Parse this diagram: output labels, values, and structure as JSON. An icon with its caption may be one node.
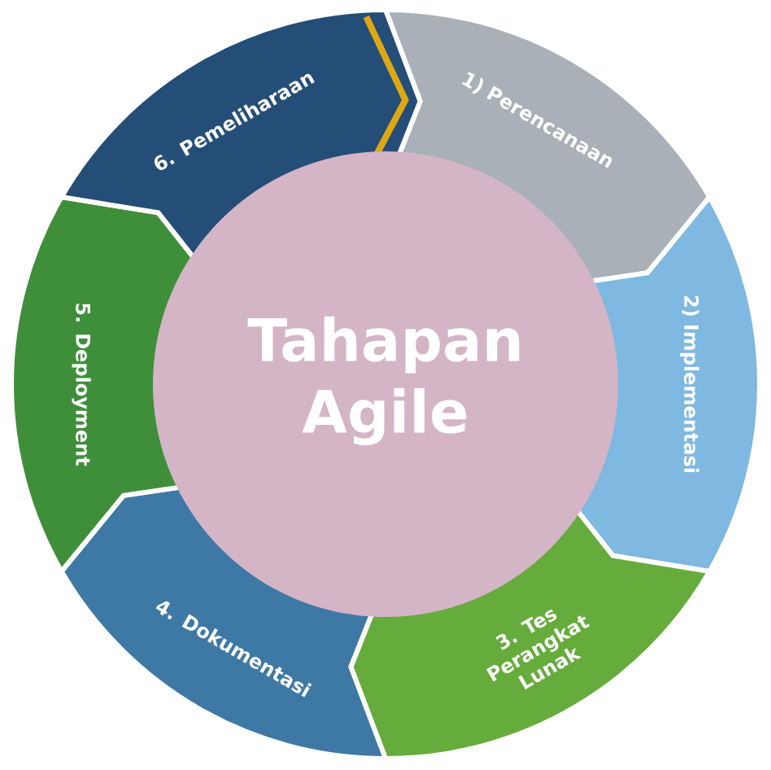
{
  "diagram": {
    "nodes": [
      {
        "text": [
          "Tahapan Agile"
        ]
      },
      {
        "text": [
          "1) Perencanaan"
        ]
      },
      {
        "text": [
          "2) Implementasi"
        ]
      },
      {
        "text": [
          "3. Tes Perangkat Lunak"
        ]
      },
      {
        "text": [
          "4. Dokumentasi"
        ]
      },
      {
        "text": [
          "5. Deployment"
        ]
      },
      {
        "text": [
          "6. Pemeliharaan"
        ]
      }
    ]
  }
}
